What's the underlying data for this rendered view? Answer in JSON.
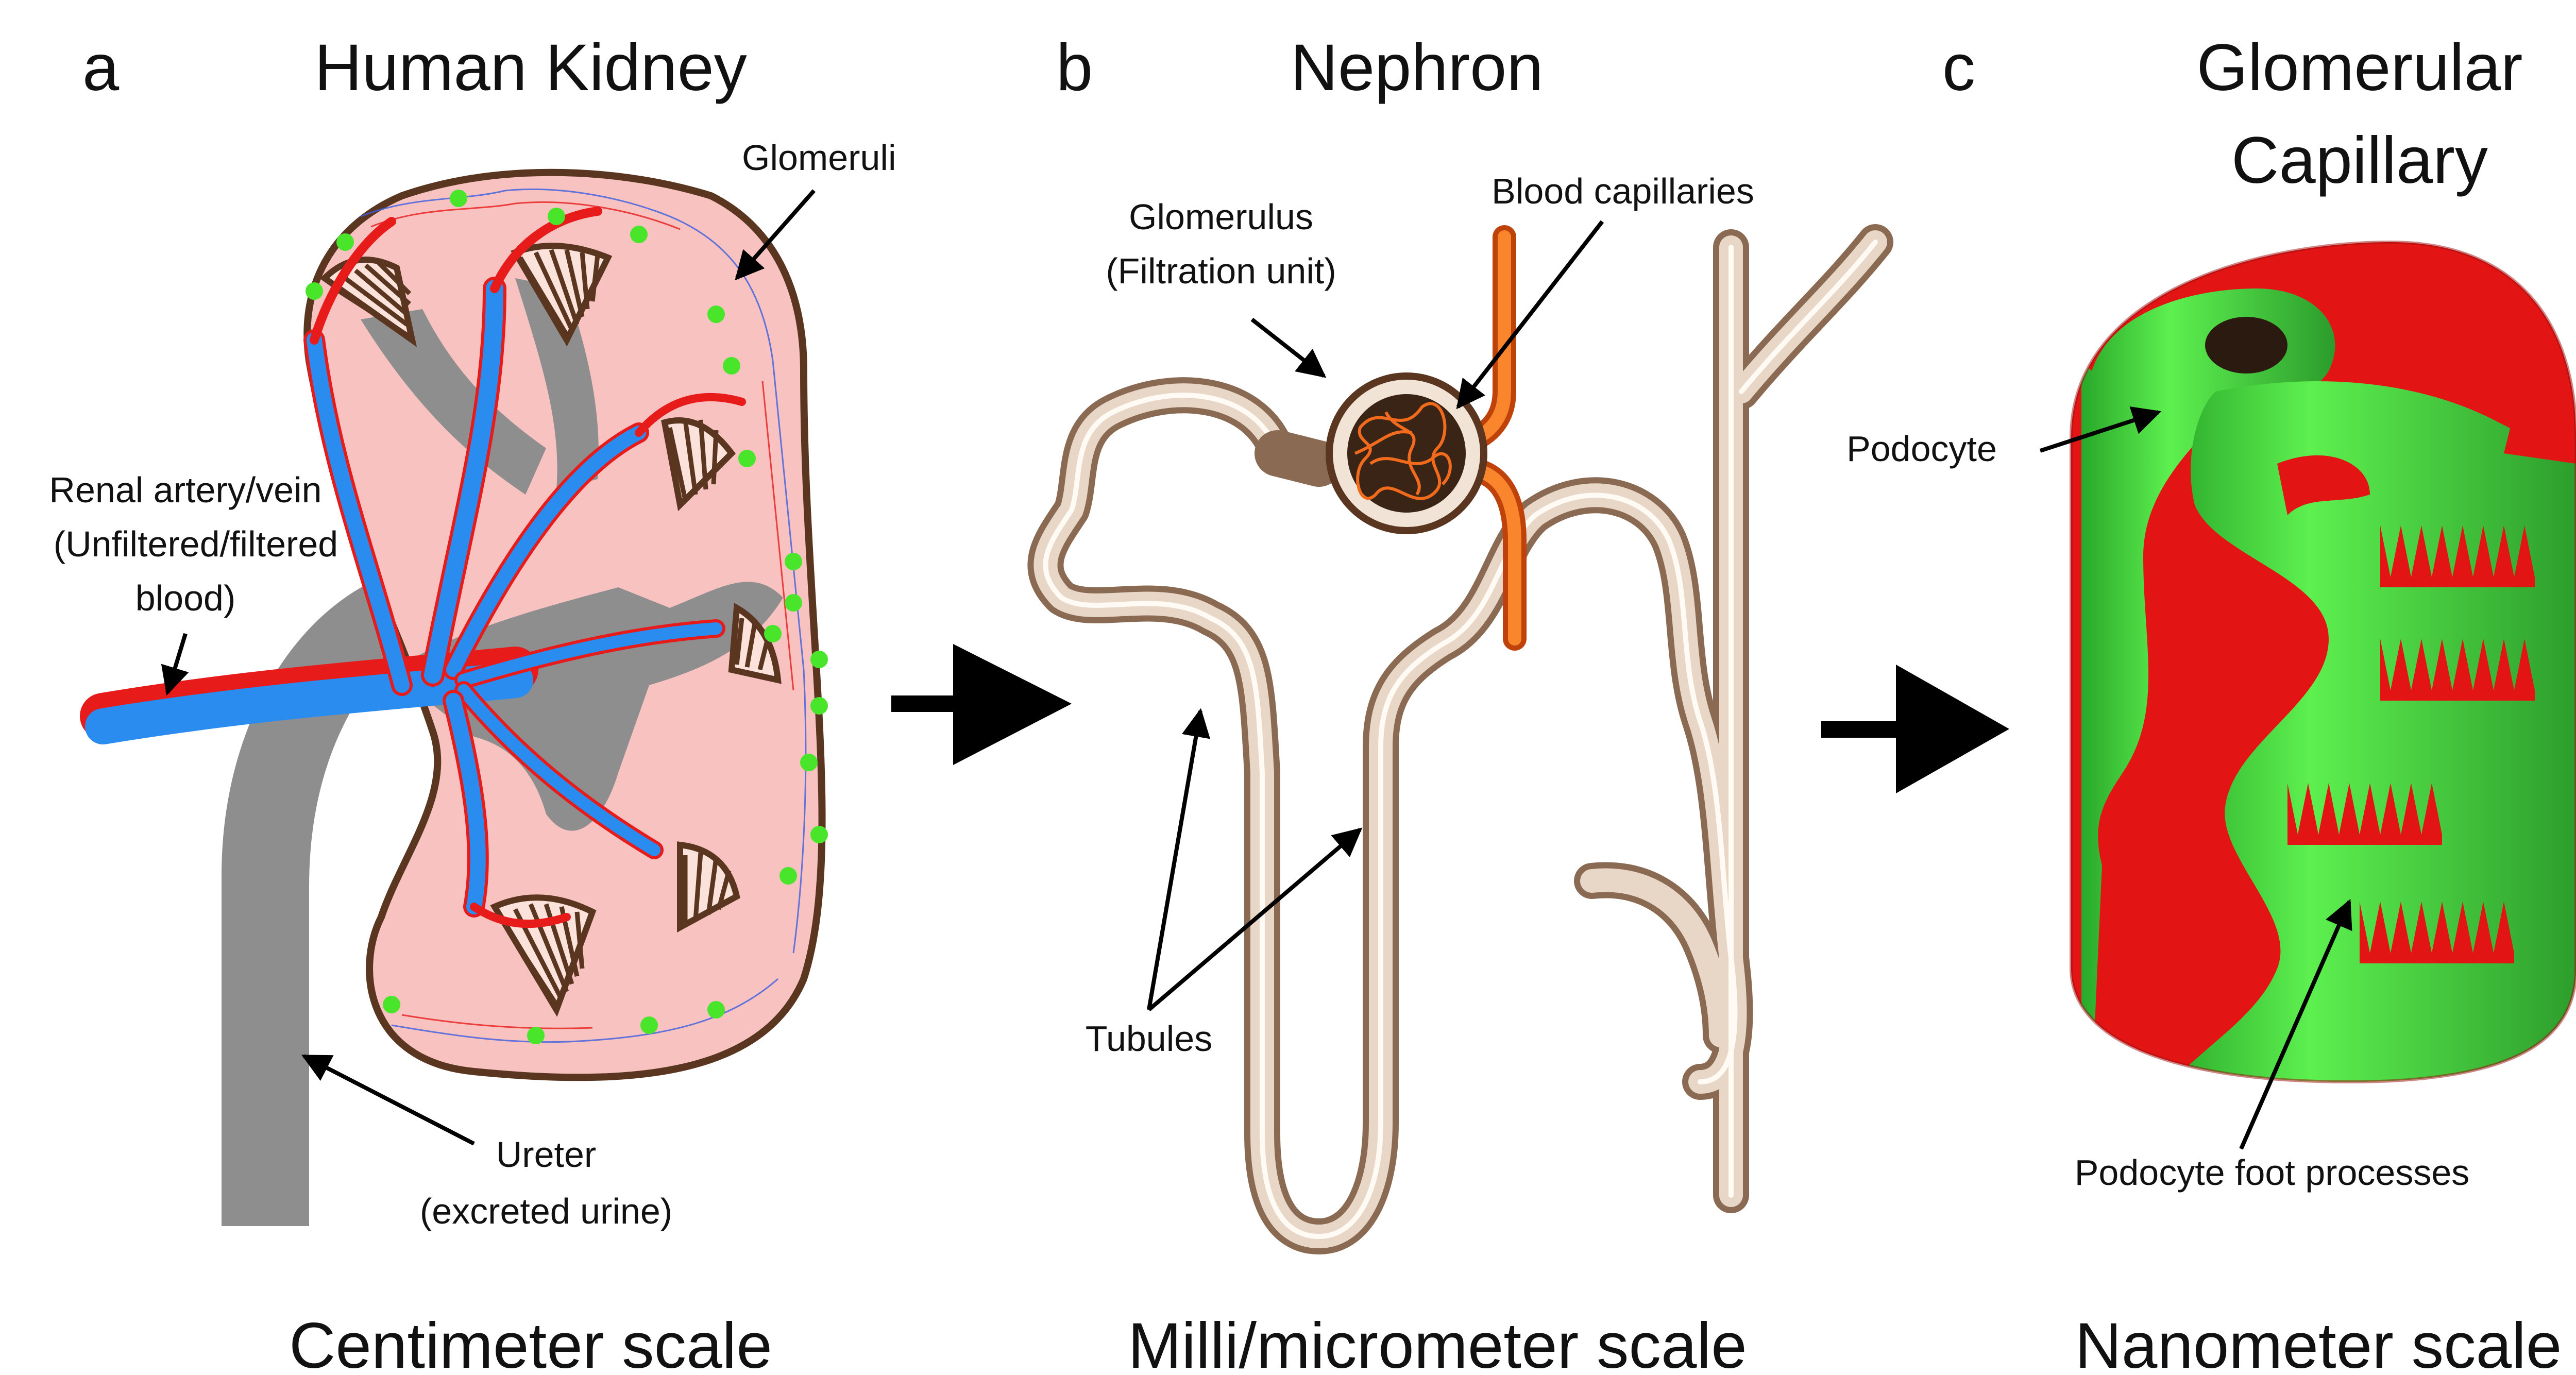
{
  "colors": {
    "background": "#ffffff",
    "kidney_fill": "#f7c2c0",
    "outline_brown": "#5a3520",
    "vein_blue": "#2b8cf0",
    "artery_red": "#e81b1b",
    "pelvis_gray": "#8e8e8e",
    "glomeruli_green": "#49e52b",
    "tubule_tan": "#c9ad95",
    "capillary_orange": "#f26b1d",
    "podocyte_green": "#3fcf3a",
    "arrow_black": "#000000"
  },
  "panels": {
    "a": {
      "letter": "a",
      "title": "Human Kidney",
      "labels": {
        "glomeruli": "Glomeruli",
        "renal_1": "Renal artery/vein",
        "renal_2": "(Unfiltered/filtered",
        "renal_3": "blood)",
        "ureter_1": "Ureter",
        "ureter_2": "(excreted urine)"
      },
      "scale": "Centimeter scale"
    },
    "b": {
      "letter": "b",
      "title": "Nephron",
      "labels": {
        "glomerulus_1": "Glomerulus",
        "glomerulus_2": "(Filtration unit)",
        "capillaries": "Blood capillaries",
        "tubules": "Tubules"
      },
      "scale": "Milli/micrometer scale"
    },
    "c": {
      "letter": "c",
      "title_1": "Glomerular",
      "title_2": "Capillary",
      "labels": {
        "podocyte": "Podocyte",
        "foot": "Podocyte foot processes"
      },
      "scale": "Nanometer scale"
    }
  },
  "icons": [
    "kidney-illustration",
    "nephron-illustration",
    "capillary-illustration",
    "right-arrow-icon"
  ]
}
